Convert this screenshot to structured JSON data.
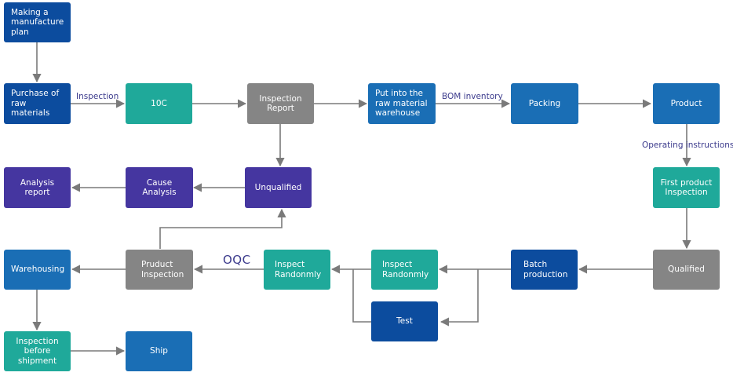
{
  "colors": {
    "navy": "#0c4c9e",
    "blue": "#1a6eb5",
    "teal": "#1fa99a",
    "gray": "#858585",
    "purple": "#4536a0",
    "line": "#7a7a7a",
    "label": "#3b3a8c"
  },
  "nodes": {
    "plan": "Making a\nmanufacture\nplan",
    "purchase": "Purchase of\nraw materials",
    "ioc": "10C",
    "inspection_report": "Inspection\nReport",
    "raw_warehouse": "Put into the\nraw material\nwarehouse",
    "packing": "Packing",
    "product": "Product",
    "analysis_report": "Analysis\nreport",
    "cause_analysis": "Cause\nAnalysis",
    "unqualified": "Unqualified",
    "first_product": "First product\nInspection",
    "warehousing": "Warehousing",
    "product_inspection": "Pruduct\nInspection",
    "inspect_random_1": "Inspect\nRandonmly",
    "inspect_random_2": "Inspect\nRandonmly",
    "batch_production": "Batch\nproduction",
    "qualified": "Qualified",
    "test": "Test",
    "inspection_before_shipment": "Inspection\nbefore\nshipment",
    "ship": "Ship"
  },
  "edge_labels": {
    "inspection": "Inspection",
    "bom_inventory": "BOM inventory",
    "operating_instructions": "Operating instructions",
    "oqc": "OQC"
  }
}
